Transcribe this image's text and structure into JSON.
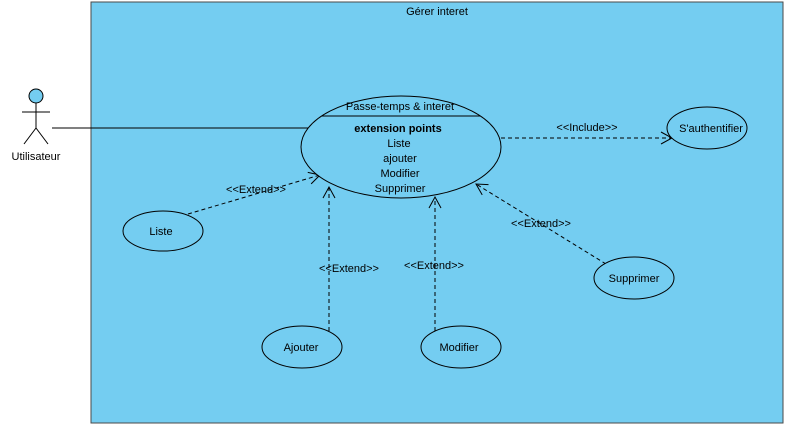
{
  "system": {
    "title": "Gérer interet",
    "fill": "#74cdf1",
    "stroke": "#4a4a4a"
  },
  "actor": {
    "name": "Utilisateur",
    "head_fill": "#74cdf1"
  },
  "main_use_case": {
    "title": "Passe-temps & interet",
    "compartment_title": "extension points",
    "points": [
      "Liste",
      "ajouter",
      "Modifier",
      "Supprimer"
    ]
  },
  "use_cases": {
    "auth": "S'authentifier",
    "liste": "Liste",
    "ajouter": "Ajouter",
    "modifier": "Modifier",
    "supprimer": "Supprimer"
  },
  "stereotypes": {
    "include": "<<Include>>",
    "extend": "<<Extend>>"
  }
}
